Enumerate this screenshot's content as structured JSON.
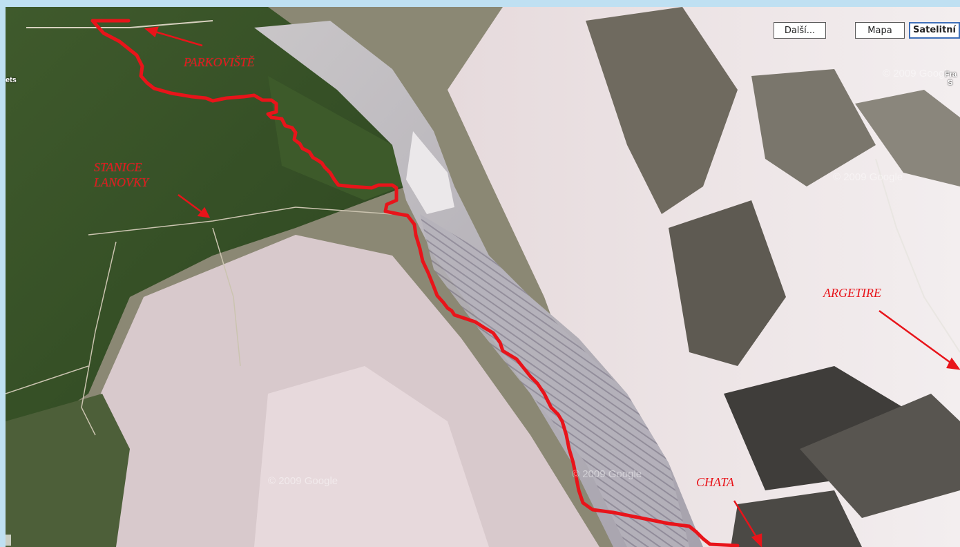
{
  "map_type_buttons": [
    {
      "id": "more",
      "label": "Další..."
    },
    {
      "id": "map",
      "label": "Mapa"
    },
    {
      "id": "satellite",
      "label": "Satelitní",
      "active": true
    }
  ],
  "annotations": {
    "parking": "PARKOVIŠTĚ",
    "cable_station_line1": "STANICE",
    "cable_station_line2": "LANOVKY",
    "argentiere": "ARGETIRE",
    "hut": "CHATA"
  },
  "watermarks": [
    {
      "text": "© 2009 Google"
    },
    {
      "text": "© 2009 Google"
    },
    {
      "text": "© 2009 Google"
    },
    {
      "text": "© 2009 Google"
    }
  ],
  "edge_labels": {
    "left": "ets",
    "right_line1": "Fra",
    "right_line2": "S"
  },
  "colors": {
    "route": "#e8141a",
    "frame_background": "#bfe0f2",
    "active_button_border": "#3e6fb8"
  }
}
